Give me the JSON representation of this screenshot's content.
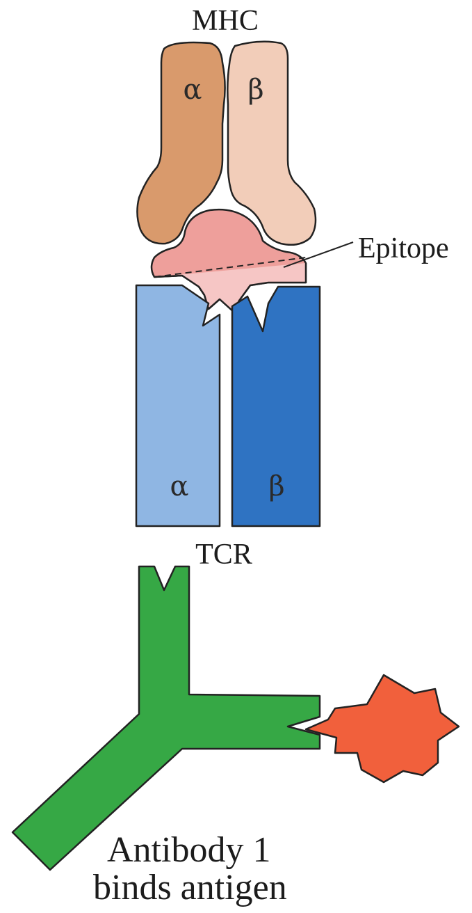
{
  "labels": {
    "mhc": "MHC",
    "mhc_alpha": "α",
    "mhc_beta": "β",
    "epitope": "Epitope",
    "tcr_alpha": "α",
    "tcr_beta": "β",
    "tcr": "TCR",
    "caption_line1": "Antibody 1",
    "caption_line2": "binds antigen"
  },
  "colors": {
    "mhc_alpha": "#d99a6c",
    "mhc_beta": "#f2cdb9",
    "peptide": "#ee9f9b",
    "peptide_light": "#f6c6c5",
    "tcr_alpha": "#8fb6e3",
    "tcr_beta": "#2f73c2",
    "antibody": "#36a845",
    "antigen": "#f1603c",
    "outline": "#222222"
  }
}
